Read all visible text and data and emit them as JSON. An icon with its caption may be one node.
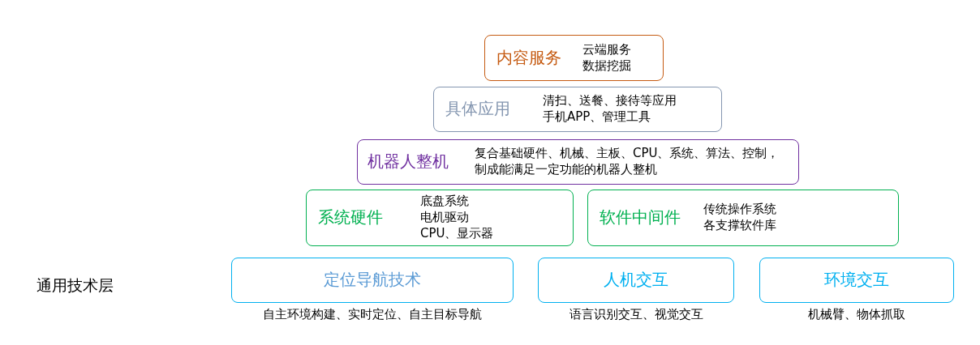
{
  "diagram": {
    "nodes": [
      {
        "text": [
          "内容服务",
          "云端服务",
          "数据挖掘"
        ]
      },
      {
        "text": [
          "具体应用",
          "清扫、送餐、接待等应用",
          "手机APP、管理工具"
        ]
      },
      {
        "text": [
          "机器人整机",
          "复合基础硬件、机械、主板、CPU、系统、算法、控制，制成能满足一定功能的机器人整机"
        ]
      },
      {
        "text": [
          "系统硬件",
          "底盘系统",
          "电机驱动",
          "CPU、显示器"
        ]
      },
      {
        "text": [
          "软件中间件",
          "传统操作系统",
          "各支撑软件库"
        ]
      },
      {
        "text": [
          "定位导航技术"
        ],
        "beside": [
          "自主环境构建、实时定位、自主目标导航"
        ]
      },
      {
        "text": [
          "人机交互"
        ],
        "beside": [
          "语言识别交互、视觉交互"
        ]
      },
      {
        "text": [
          "环境交互"
        ],
        "beside": [
          "机械臂、物体抓取"
        ]
      }
    ],
    "labels": [
      "通用技术层"
    ]
  }
}
